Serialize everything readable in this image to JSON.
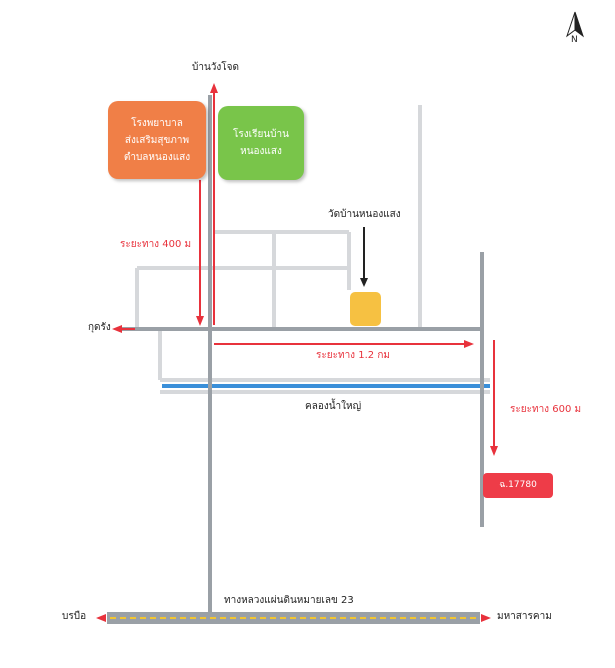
{
  "labels": {
    "ban_wang_chot": "บ้านวังโจด",
    "temple": "วัดบ้านหนองแสง",
    "kut_rang": "กุดรัง",
    "klong": "คลองน้ำใหญ่",
    "highway": "ทางหลวงแผ่นดินหมายเลข 23",
    "borabue": "บรบือ",
    "mahasarakham": "มหาสารคาม",
    "north": "N"
  },
  "distances": {
    "d400": "ระยะทาง 400 ม",
    "d1200": "ระยะทาง 1.2 กม",
    "d600": "ระยะทาง 600 ม"
  },
  "hospital": {
    "line1": "โรงพยาบาล",
    "line2": "ส่งเสริมสุขภาพ",
    "line3": "ตำบลหนองแสง"
  },
  "school": {
    "line1": "โรงเรียนบ้าน",
    "line2": "หนองแสง"
  },
  "road_sign": "ฉ.17780",
  "colors": {
    "main_road": "#9aa0a6",
    "minor_road": "#d6d8db",
    "canal": "#3a8fd9",
    "arrow": "#e8323c",
    "highway_stripe": "#f2c530",
    "hospital": "#f07f47",
    "school": "#79c54a",
    "temple": "#f6c142",
    "road_sign": "#ee3c48"
  }
}
